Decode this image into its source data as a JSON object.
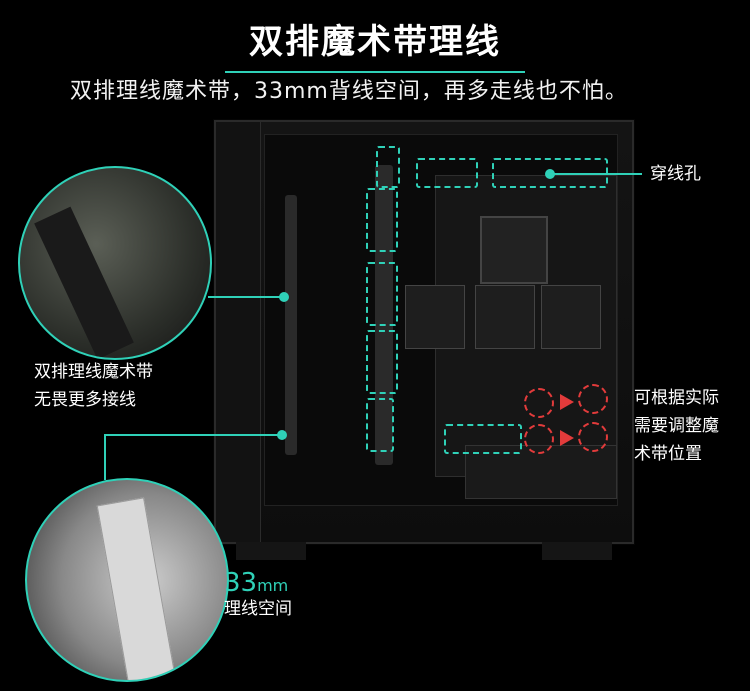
{
  "header": {
    "title": "双排魔术带理线",
    "subtitle": "双排理线魔术带，33mm背线空间，再多走线也不怕。"
  },
  "callouts": {
    "cable_holes": "穿线孔",
    "double_strap_line1": "双排理线魔术带",
    "double_strap_line2": "无畏更多接线",
    "adjust_line1": "可根据实际",
    "adjust_line2": "需要调整魔",
    "adjust_line3": "术带位置",
    "space_number": "33",
    "space_unit": "mm",
    "space_label": "理线空间"
  },
  "colors": {
    "accent": "#2fd1b8",
    "marker_red": "#e23b3b",
    "background": "#000000"
  }
}
